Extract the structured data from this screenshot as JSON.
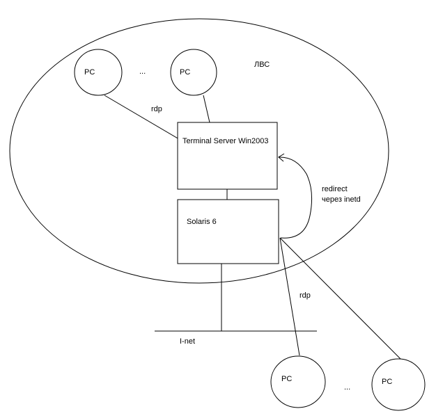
{
  "diagram": {
    "lan_label": "ЛВС",
    "lan_pcs": [
      {
        "label": "PC"
      },
      {
        "label": "PC"
      }
    ],
    "lan_ellipsis": "...",
    "lan_link_label": "rdp",
    "terminal_server": {
      "label": "Terminal Server Win2003"
    },
    "solaris": {
      "label": "Solaris 6"
    },
    "redirect_label_line1": "redirect",
    "redirect_label_line2": "через inetd",
    "inet_link_label": "rdp",
    "inet_label": "I-net",
    "inet_pcs": [
      {
        "label": "PC"
      },
      {
        "label": "PC"
      }
    ],
    "inet_ellipsis": "..."
  }
}
